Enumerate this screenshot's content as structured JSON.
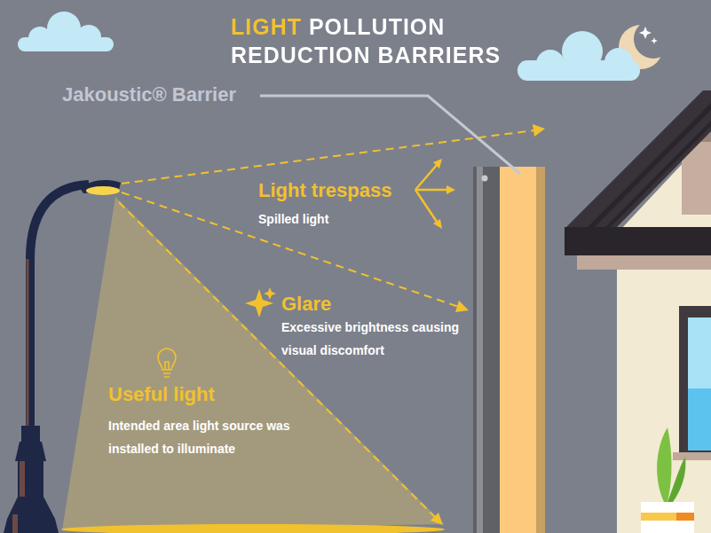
{
  "diagram": {
    "title": "LIGHT POLLUTION REDUCTION BARRIERS",
    "nodes": [
      {
        "text": [
          "Useful light",
          "Intended area light source was installed to illuminate"
        ]
      }
    ],
    "labels": [
      "Jakoustic® Barrier",
      "Light trespass",
      "Spilled light",
      "Glare",
      "Excessive brightness causing visual discomfort"
    ]
  }
}
